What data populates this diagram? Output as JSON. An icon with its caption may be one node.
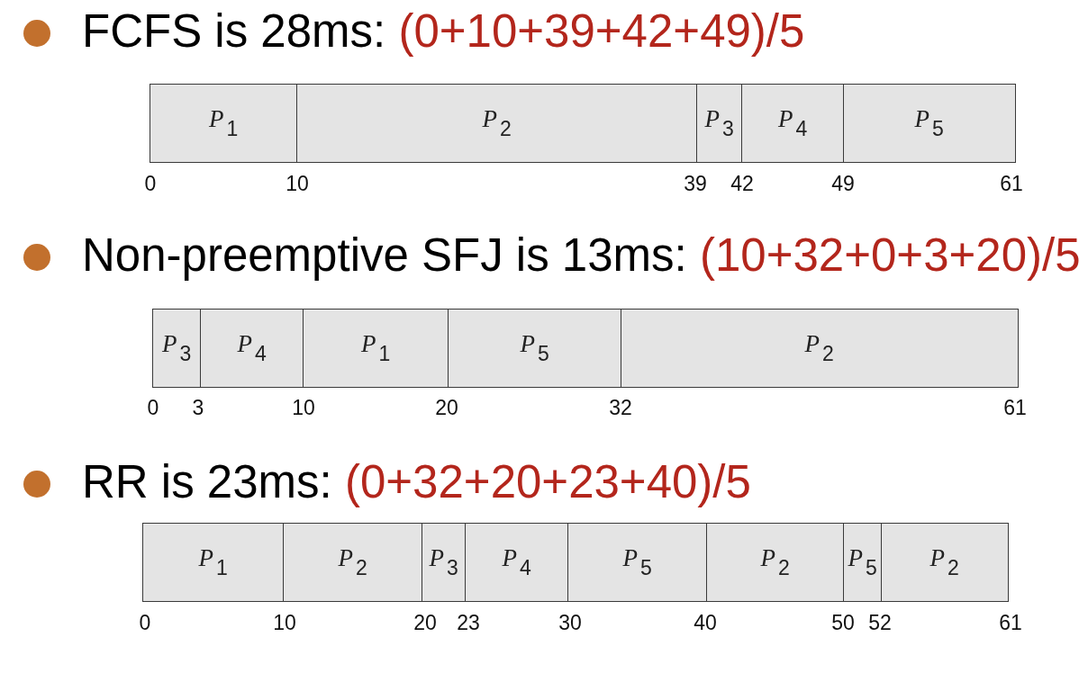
{
  "diagram": {
    "nodes": [
      {
        "text": [
          "P$_{1}$"
        ]
      },
      {
        "text": [
          "P$_{2}$"
        ]
      },
      {
        "text": [
          "P$_{3}$"
        ]
      },
      {
        "text": [
          "P$_{4}$"
        ]
      },
      {
        "text": [
          "P$_{5}$"
        ]
      },
      {
        "text": [
          "P$_{3}$"
        ]
      },
      {
        "text": [
          "P$_{4}$"
        ]
      },
      {
        "text": [
          "P$_{1}$"
        ]
      },
      {
        "text": [
          "P$_{5}$"
        ]
      },
      {
        "text": [
          "P$_{2}$"
        ]
      },
      {
        "text": [
          "P$_{1}$"
        ]
      },
      {
        "text": [
          "P$_{2}$"
        ]
      },
      {
        "text": [
          "P$_{3}$"
        ]
      },
      {
        "text": [
          "P$_{4}$"
        ]
      },
      {
        "text": [
          "P$_{5}$"
        ]
      },
      {
        "text": [
          "P$_{2}$"
        ]
      },
      {
        "text": [
          "P$_{5}$"
        ]
      },
      {
        "text": [
          "P$_{2}$"
        ]
      }
    ],
    "labels": [
      "FCFS is 28ms:",
      "(0+10+39+42+49)/5",
      "0",
      "10",
      "39",
      "42",
      "49",
      "61",
      "Non-preemptive SFJ is 13ms:",
      "(10+32+0+3+20)/5",
      "0",
      "3",
      "10",
      "20",
      "32",
      "61",
      "RR is 23ms:",
      "(0+32+20+23+40)/5",
      "0",
      "10",
      "20",
      "23",
      "30",
      "40",
      "50",
      "52",
      "61"
    ]
  }
}
